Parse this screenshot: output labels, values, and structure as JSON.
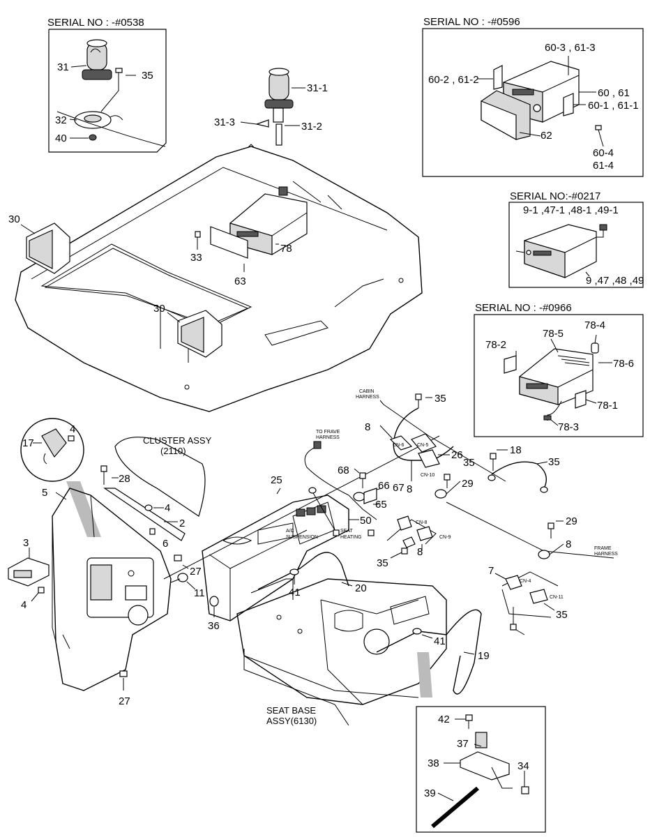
{
  "insets": {
    "beacon_old": {
      "title": "SERIAL NO : -#0538",
      "labels": [
        "31",
        "35",
        "32",
        "40"
      ]
    },
    "radio_0596": {
      "title": "SERIAL NO : -#0596",
      "labels": [
        "60-3 , 61-3",
        "60-2 , 61-2",
        "60 , 61",
        "60-1 , 61-1",
        "62",
        "60-4",
        "61-4"
      ]
    },
    "radio_0217": {
      "title": "SERIAL NO:-#0217",
      "labels": [
        "9-1 ,47-1 ,48-1 ,49-1",
        "9 ,47 ,48 ,49"
      ]
    },
    "radio_0966": {
      "title": "SERIAL NO : -#0966",
      "labels": [
        "78-4",
        "78-5",
        "78-2",
        "78-6",
        "78-1",
        "78-3"
      ]
    }
  },
  "cab": {
    "labels": [
      "31-1",
      "31-3",
      "31-2",
      "30",
      "33",
      "78",
      "63",
      "30"
    ]
  },
  "console": {
    "labels": [
      "4",
      "17",
      "CLUSTER ASSY",
      "(2110)",
      "28",
      "5",
      "4",
      "2",
      "3",
      "6",
      "4",
      "27",
      "11",
      "36",
      "27",
      "25",
      "41",
      "20",
      "SEAT BASE",
      "ASSY(6130)",
      "41",
      "19",
      "50",
      "65",
      "68",
      "66",
      "67",
      "8",
      "35",
      "26",
      "35",
      "29",
      "8",
      "35",
      "8",
      "18",
      "35",
      "29",
      "8",
      "7",
      "35"
    ],
    "callouts": [
      "TO FRAVE",
      "HARNESS",
      "CABIN",
      "HARNESS",
      "FRAME",
      "HARNESS",
      "A/C",
      "SUSPENSION",
      "SEAT",
      "HEATING"
    ],
    "connectors": [
      "CN-6",
      "CN-5",
      "CN-10",
      "CN-8",
      "CN-9",
      "CN-4",
      "CN-11"
    ]
  },
  "inset_bottom": {
    "labels": [
      "42",
      "37",
      "38",
      "34",
      "39"
    ]
  }
}
